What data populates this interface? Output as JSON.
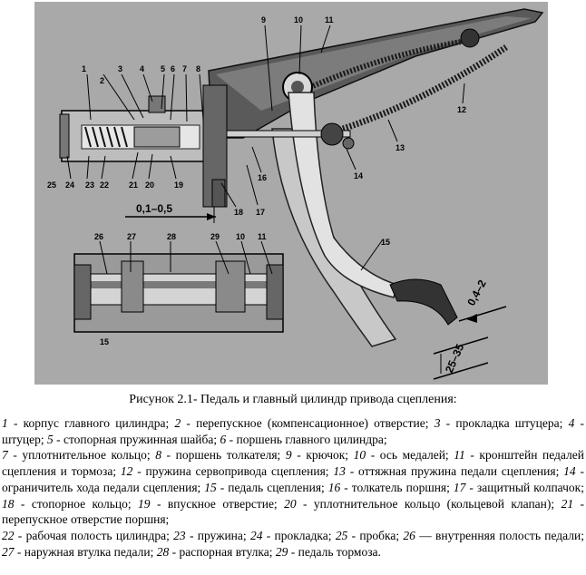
{
  "figure": {
    "callouts": [
      "1",
      "2",
      "3",
      "4",
      "5",
      "6",
      "7",
      "8",
      "9",
      "10",
      "11",
      "12",
      "13",
      "14",
      "15",
      "16",
      "17",
      "18",
      "19",
      "20",
      "21",
      "22",
      "23",
      "24",
      "25",
      "26",
      "27",
      "28",
      "29",
      "10",
      "11",
      "15"
    ],
    "dimensions": {
      "gap": "0,1–0,5",
      "free_play": "0,4–2",
      "stroke": "25–35"
    }
  },
  "caption": "Рисунок 2.1- Педаль и главный цилиндр привода сцепления:",
  "legend": [
    {
      "num": "1",
      "text": " - корпус главного цилиндра; "
    },
    {
      "num": "2",
      "text": " - перепускное (компенсационное) отверстие; "
    },
    {
      "num": "3",
      "text": " - прокладка штуцера; "
    },
    {
      "num": "4",
      "text": " - штуцер; "
    },
    {
      "num": "5",
      "text": " - стопорная пружинная шайба; "
    },
    {
      "num": "6",
      "text": " - поршень главного цилиндра;"
    },
    {
      "num": "7",
      "text": " - уплотнительное кольцо; "
    },
    {
      "num": "8",
      "text": " - поршень толкателя; "
    },
    {
      "num": "9",
      "text": " - крючок; "
    },
    {
      "num": "10",
      "text": " - ось медалей; "
    },
    {
      "num": "11",
      "text": " - кронштейн педалей сцепления и тормоза; "
    },
    {
      "num": "12",
      "text": " - пружина сервопривода сцепления; "
    },
    {
      "num": "13",
      "text": " - оттяжная пружина педали сцепления; "
    },
    {
      "num": "14",
      "text": " - ограничитель хода педали сцепления; "
    },
    {
      "num": "15",
      "text": " - педаль сцепления; "
    },
    {
      "num": "16",
      "text": " - толкатель поршня; "
    },
    {
      "num": "17",
      "text": " - защитный колпачок; "
    },
    {
      "num": "18",
      "text": " - стопорное кольцо; "
    },
    {
      "num": "19",
      "text": " - впускное отверстие; "
    },
    {
      "num": "20",
      "text": " - уплотнительное кольцо (кольцевой клапан); "
    },
    {
      "num": "21",
      "text": " - перепускное отверстие поршня;"
    },
    {
      "num": "22",
      "text": " - рабочая полость цилиндра; "
    },
    {
      "num": "23",
      "text": " - пружина; "
    },
    {
      "num": "24",
      "text": " - прокладка; "
    },
    {
      "num": "25",
      "text": " - пробка; "
    },
    {
      "num": "26",
      "text": " — внутренняя полость педали; "
    },
    {
      "num": "27",
      "text": " - наружная втулка педали; "
    },
    {
      "num": "28",
      "text": " - распорная втулка; "
    },
    {
      "num": "29",
      "text": " - педаль тормоза."
    }
  ]
}
